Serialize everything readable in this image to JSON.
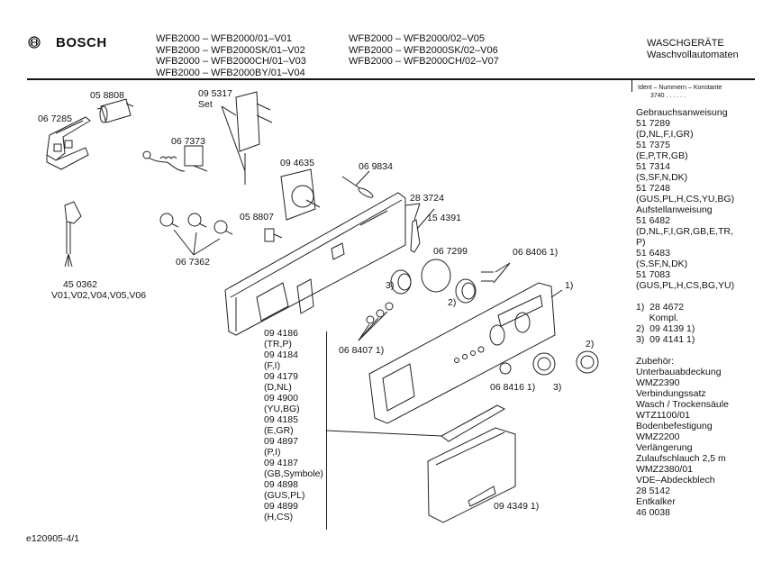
{
  "header": {
    "brand": "BOSCH",
    "models_col1": [
      "WFB2000 – WFB2000/01–V01",
      "WFB2000 – WFB2000SK/01–V02",
      "WFB2000 – WFB2000CH/01–V03",
      "WFB2000 – WFB2000BY/01–V04"
    ],
    "models_col2": [
      "WFB2000 – WFB2000/02–V05",
      "WFB2000 – WFB2000SK/02–V06",
      "WFB2000 – WFB2000CH/02–V07"
    ],
    "category": "WASCHGERÄTE",
    "subcategory": "Waschvollautomaten"
  },
  "sidebar": {
    "ident_label": "Ident – Nummern – Konstante",
    "ident_value": "3740  .  .  .  .  .  .",
    "lines": [
      "Gebrauchsanweisung",
      "51 7289",
      "(D,NL,F,I,GR)",
      "51 7375",
      "(E,P,TR,GB)",
      "51 7314",
      "(S,SF,N,DK)",
      "51 7248",
      "(GUS,PL,H,CS,YU,BG)",
      "Aufstellanweisung",
      "51 6482",
      "(D,NL,F,I,GR,GB,E,TR,",
      "P)",
      "51 6483",
      "(S,SF,N,DK)",
      "51 7083",
      "(GUS,PL,H,CS,BG,YU)",
      "",
      "1)  28 4672",
      "     Kompl.",
      "2)  09 4139 1)",
      "3)  09 4141 1)",
      "",
      "Zubehör:",
      "Unterbauabdeckung",
      "WMZ2390",
      "Verbindungssatz",
      "Wasch / Trockensäule",
      "WTZ1100/01",
      "Bodenbefestigung",
      "WMZ2200",
      "Verlängerung",
      "Zulaufschlauch 2,5 m",
      "WMZ2380/01",
      "VDE–Abdeckblech",
      "28 5142",
      "Entkalker",
      "46 0038"
    ]
  },
  "parts": {
    "p058808": "05 8808",
    "p095317": "09 5317",
    "p095317_set": "Set",
    "p067285": "06 7285",
    "p067373": "06 7373",
    "p094635": "09 4635",
    "p069834": "06 9834",
    "p283724": "28 3724",
    "p154391": "15 4391",
    "p058807": "05 8807",
    "p067362": "06 7362",
    "p067299": "06 7299",
    "p068406": "06 8406 1)",
    "p450362": "45 0362",
    "p450362_variants": "V01,V02,V04,V05,V06",
    "p068407": "06 8407 1)",
    "p068416": "06 8416 1)",
    "p094349": "09 4349 1)",
    "ref1": "1)",
    "ref2a": "2)",
    "ref2b": "2)",
    "ref3a": "3)",
    "ref3b": "3)"
  },
  "panel_variants": [
    "09 4186",
    "(TR,P)",
    "09 4184",
    "(F,I)",
    "09 4179",
    "(D,NL)",
    "09 4900",
    "(YU,BG)",
    "09 4185",
    "(E,GR)",
    "09 4897",
    "(P,I)",
    "09 4187",
    "(GB,Symbole)",
    "09 4898",
    "(GUS,PL)",
    "09 4899",
    "(H,CS)"
  ],
  "footer": {
    "doc_id": "e120905-4/1"
  }
}
